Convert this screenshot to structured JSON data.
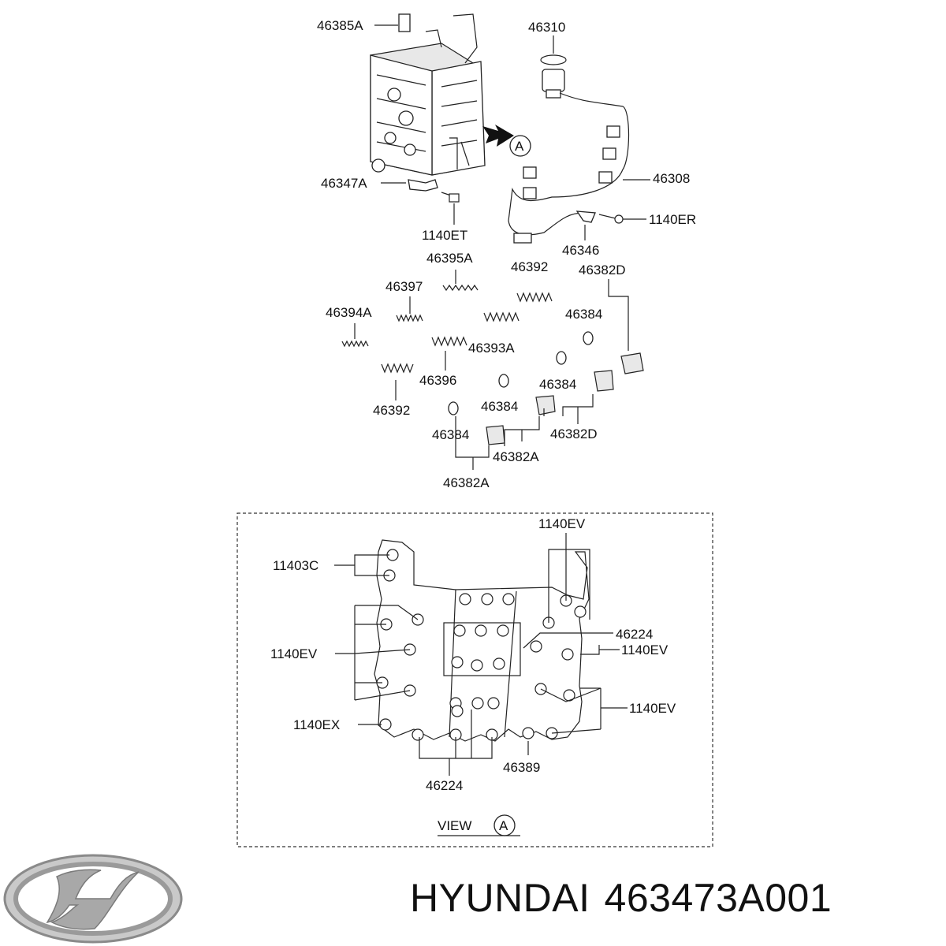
{
  "callouts": [
    "46385A",
    "46310",
    "46347A",
    "46308",
    "1140ET",
    "1140ER",
    "46346",
    "46395A",
    "46392",
    "46382D",
    "46397",
    "46384",
    "46394A",
    "46393A",
    "46396",
    "46384",
    "46392",
    "46384",
    "46382D",
    "46384",
    "46382A",
    "46382A"
  ],
  "view_labels": [
    "1140EV",
    "11403C",
    "46224",
    "1140EV",
    "1140EV",
    "1140EV",
    "1140EX",
    "46389",
    "46224"
  ],
  "view_marker": {
    "text": "VIEW",
    "letter": "A"
  },
  "arrow_marker": {
    "letter": "A"
  },
  "brand": {
    "name": "HYUNDAI",
    "part_number": "463473A001"
  },
  "colors": {
    "ink": "#222222",
    "logo_silver": "#a8a8a8"
  }
}
